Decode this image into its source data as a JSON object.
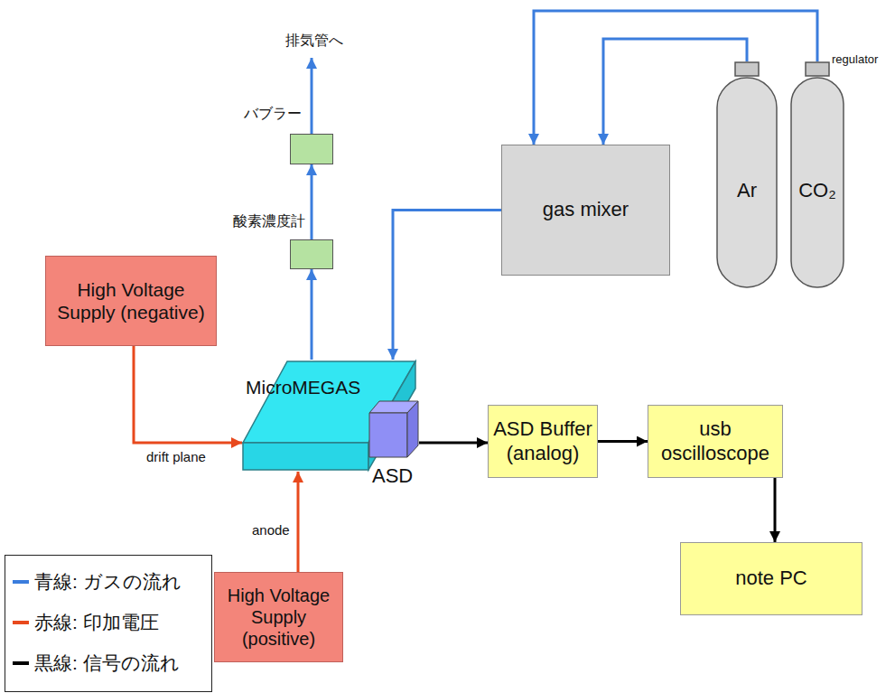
{
  "diagram": {
    "nodes": [
      {
        "text": [
          "バブラー"
        ]
      },
      {
        "text": [
          "酸素濃度計"
        ]
      },
      {
        "text": [
          "gas mixer"
        ]
      },
      {
        "text": [
          "Ar"
        ]
      },
      {
        "text": [
          "CO₂"
        ]
      },
      {
        "text": [
          "High Voltage Supply (negative)"
        ]
      },
      {
        "text": [
          "MicroMEGAS"
        ]
      },
      {
        "text": [
          "ASD"
        ]
      },
      {
        "text": [
          "ASD Buffer (analog)"
        ]
      },
      {
        "text": [
          "usb oscilloscope"
        ]
      },
      {
        "text": [
          "note PC"
        ]
      },
      {
        "text": [
          "High Voltage Supply (positive)"
        ]
      }
    ],
    "edges": [
      {
        "from": 3,
        "to": 2,
        "arrow": "to"
      },
      {
        "from": 4,
        "to": 2,
        "arrow": "to"
      },
      {
        "from": 2,
        "to": 6,
        "arrow": "to"
      },
      {
        "from": 6,
        "to": 1,
        "arrow": "to"
      },
      {
        "from": 1,
        "to": 0,
        "arrow": "to"
      },
      {
        "from": 5,
        "to": 6,
        "label": "drift plane",
        "arrow": "to"
      },
      {
        "from": 11,
        "to": 6,
        "label": "anode",
        "arrow": "to"
      },
      {
        "from": 7,
        "to": 8,
        "arrow": "to"
      },
      {
        "from": 8,
        "to": 9,
        "arrow": "to"
      },
      {
        "from": 9,
        "to": 10,
        "arrow": "to"
      }
    ],
    "labels": [
      "排気管へ",
      "regulator"
    ],
    "legend": [
      {
        "text": "青線: ガスの流れ",
        "color": "#3b7ddd"
      },
      {
        "text": "赤線: 印加電圧",
        "color": "#e8491d"
      },
      {
        "text": "黒線: 信号の流れ",
        "color": "#000000"
      }
    ]
  }
}
